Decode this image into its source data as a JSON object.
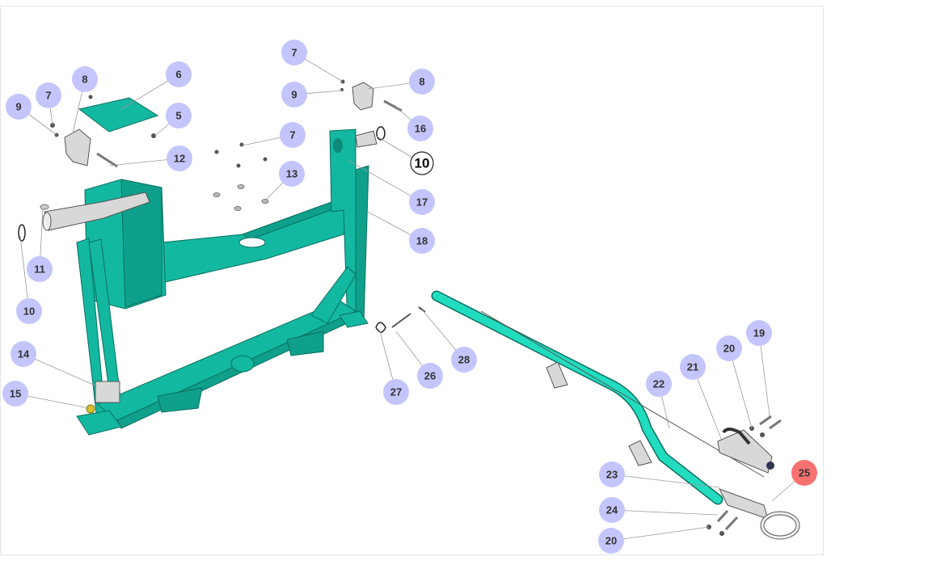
{
  "diagram": {
    "title": "Exploded parts diagram - trailer frame and drawbar",
    "colors": {
      "callout": "#c5c5fd",
      "callout_highlight": "#f87171",
      "part": "#13b8a0",
      "callout_text": "#333333"
    },
    "callouts": [
      {
        "label": "9"
      },
      {
        "label": "7"
      },
      {
        "label": "8"
      },
      {
        "label": "6"
      },
      {
        "label": "5"
      },
      {
        "label": "12"
      },
      {
        "label": "7"
      },
      {
        "label": "9"
      },
      {
        "label": "8"
      },
      {
        "label": "16"
      },
      {
        "label": "7"
      },
      {
        "label": "13"
      },
      {
        "label": "10",
        "style": "outlined"
      },
      {
        "label": "17"
      },
      {
        "label": "18"
      },
      {
        "label": "11"
      },
      {
        "label": "10"
      },
      {
        "label": "14"
      },
      {
        "label": "15"
      },
      {
        "label": "27"
      },
      {
        "label": "26"
      },
      {
        "label": "28"
      },
      {
        "label": "19"
      },
      {
        "label": "20"
      },
      {
        "label": "21"
      },
      {
        "label": "22"
      },
      {
        "label": "23"
      },
      {
        "label": "24"
      },
      {
        "label": "20"
      },
      {
        "label": "25",
        "style": "highlighted"
      }
    ]
  }
}
